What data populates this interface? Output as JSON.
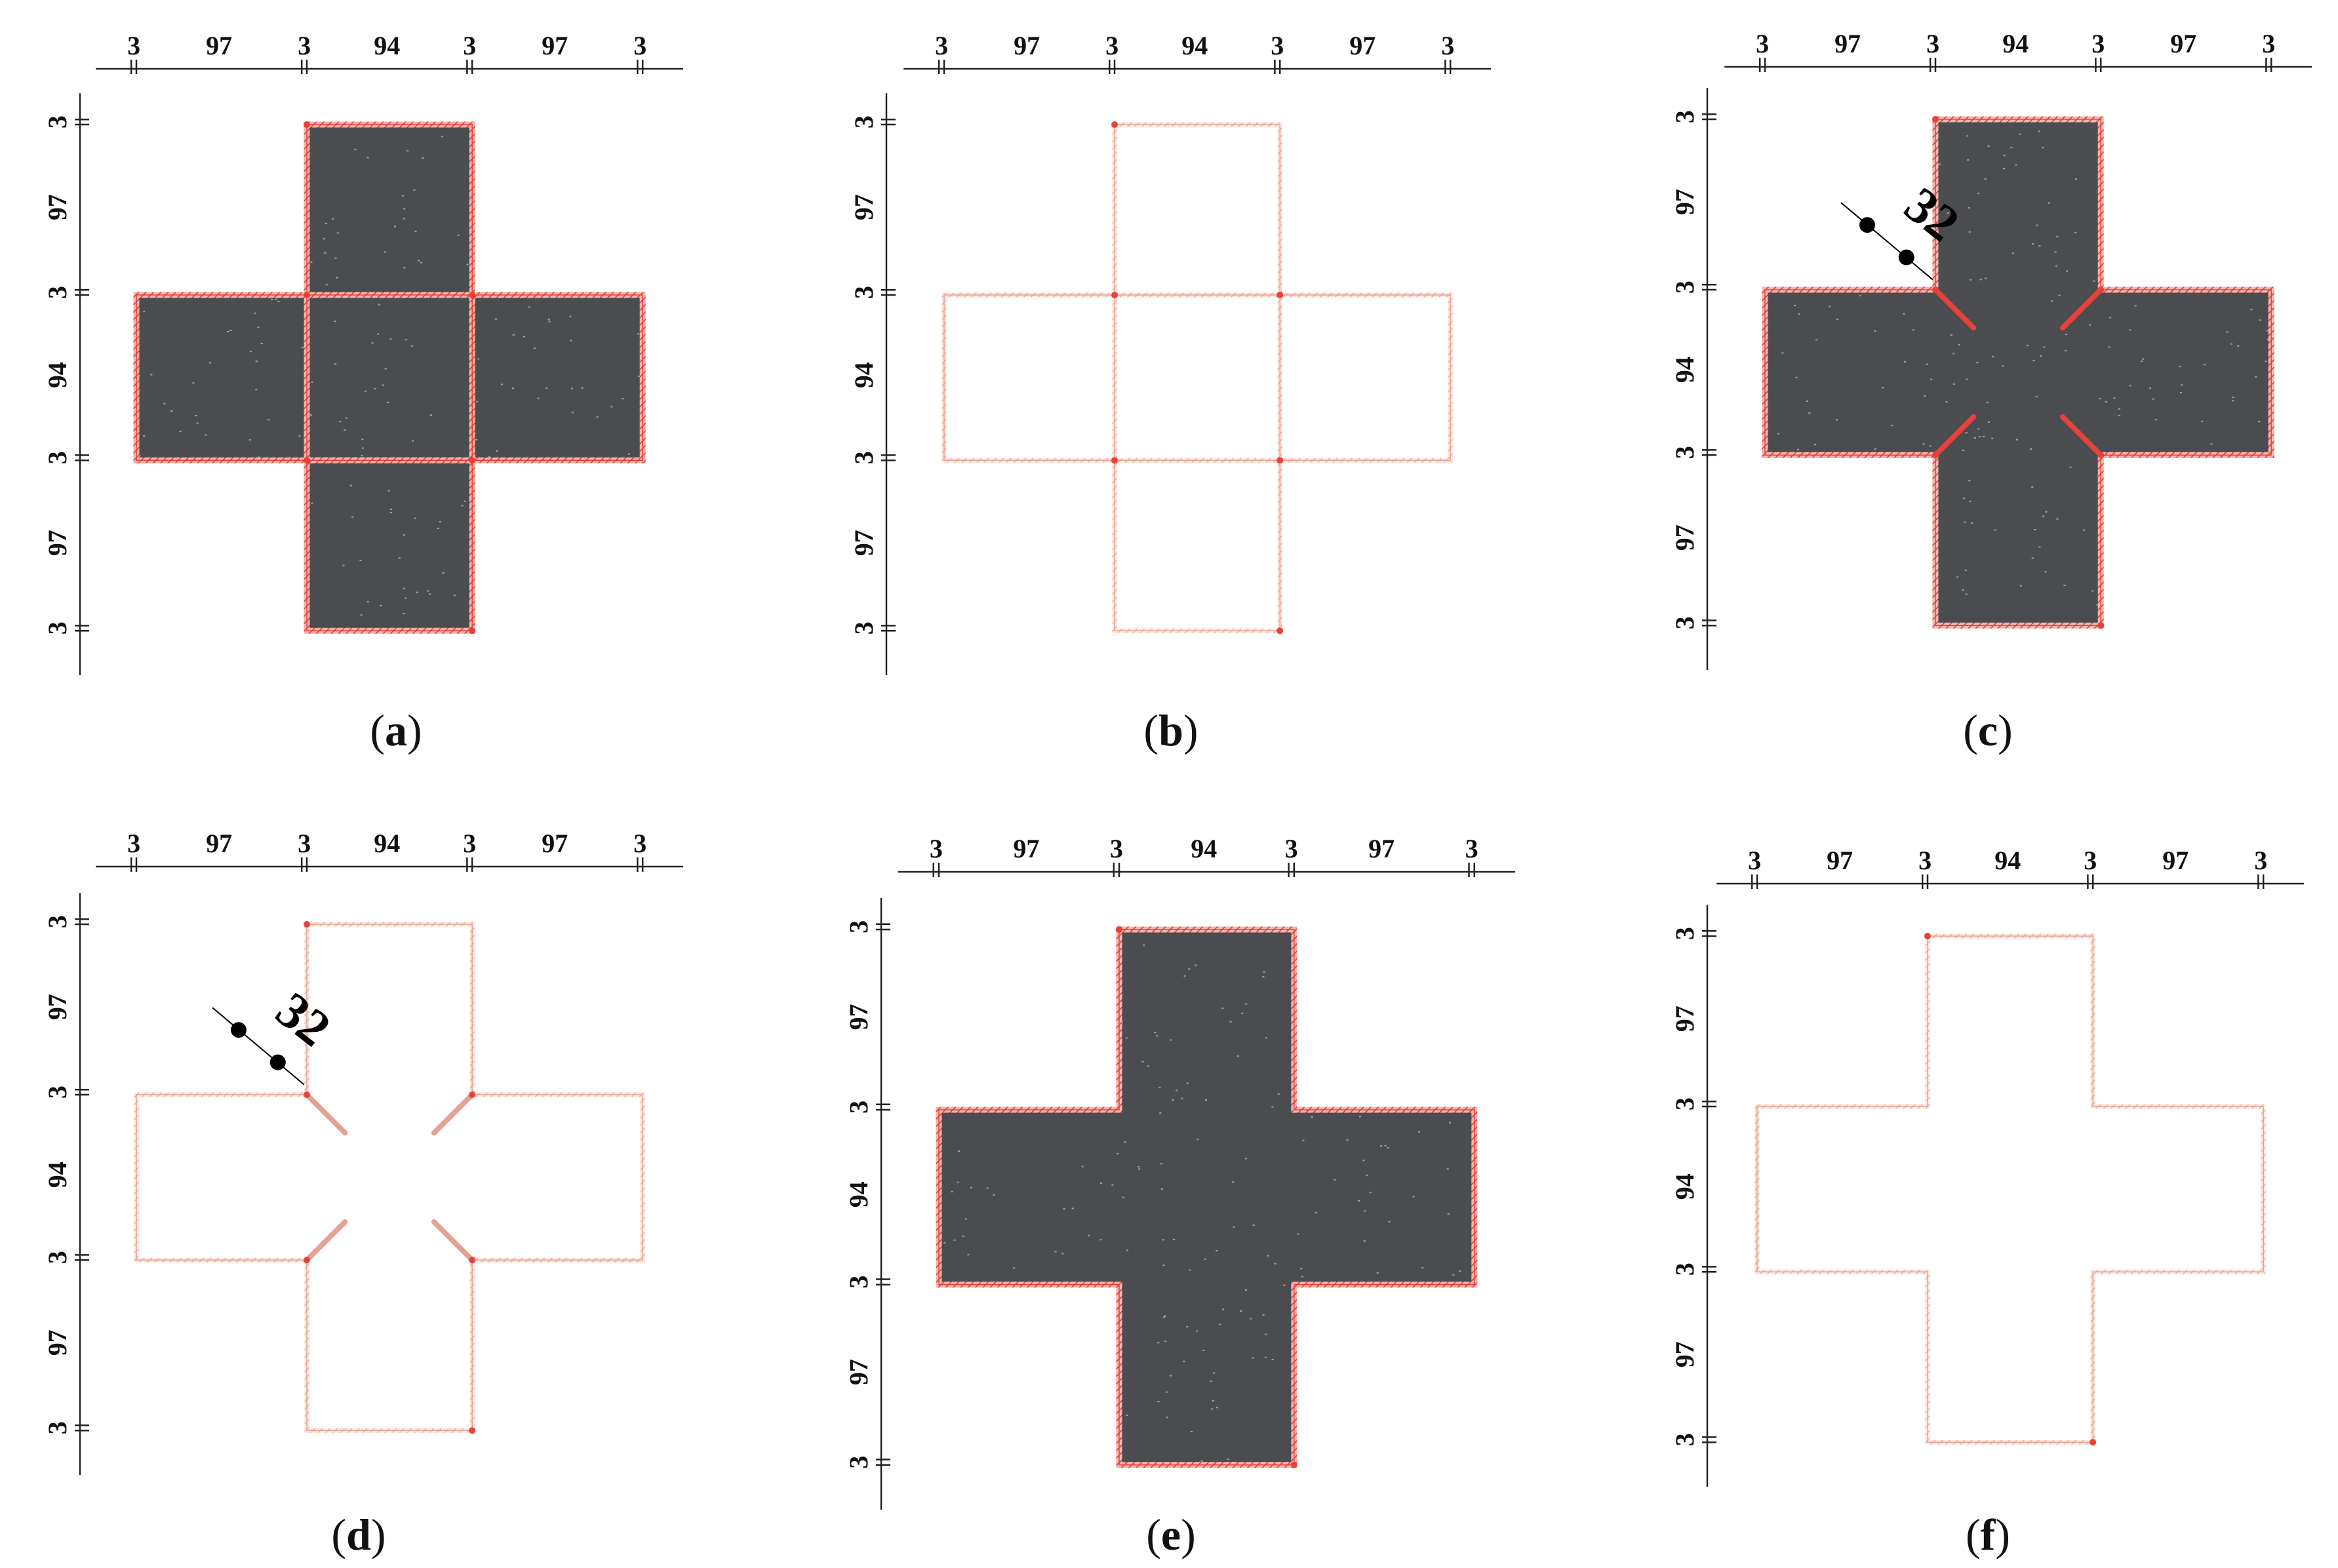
{
  "figure": {
    "panels": [
      {
        "id": "a",
        "caption": "a",
        "fill": "concrete",
        "shape": "five-squares",
        "horizontal_dims": [
          "3",
          "97",
          "3",
          "94",
          "3",
          "97",
          "3"
        ],
        "vertical_dims": [
          "3",
          "97",
          "3",
          "94",
          "3",
          "97",
          "3"
        ]
      },
      {
        "id": "b",
        "caption": "b",
        "fill": "none",
        "shape": "five-squares",
        "horizontal_dims": [
          "3",
          "97",
          "3",
          "94",
          "3",
          "97",
          "3"
        ],
        "vertical_dims": [
          "3",
          "97",
          "3",
          "94",
          "3",
          "97",
          "3"
        ]
      },
      {
        "id": "c",
        "caption": "c",
        "fill": "concrete",
        "shape": "cross-with-stiffeners",
        "annotation": "32",
        "horizontal_dims": [
          "3",
          "97",
          "3",
          "94",
          "3",
          "97",
          "3"
        ],
        "vertical_dims": [
          "3",
          "97",
          "3",
          "94",
          "3",
          "97",
          "3"
        ]
      },
      {
        "id": "d",
        "caption": "d",
        "fill": "none",
        "shape": "cross-with-stiffeners",
        "annotation": "32",
        "horizontal_dims": [
          "3",
          "97",
          "3",
          "94",
          "3",
          "97",
          "3"
        ],
        "vertical_dims": [
          "3",
          "97",
          "3",
          "94",
          "3",
          "97",
          "3"
        ]
      },
      {
        "id": "e",
        "caption": "e",
        "fill": "concrete",
        "shape": "plain-cross",
        "horizontal_dims": [
          "3",
          "97",
          "3",
          "94",
          "3",
          "97",
          "3"
        ],
        "vertical_dims": [
          "3",
          "97",
          "3",
          "94",
          "3",
          "97",
          "3"
        ]
      },
      {
        "id": "f",
        "caption": "f",
        "fill": "none",
        "shape": "plain-cross",
        "horizontal_dims": [
          "3",
          "97",
          "3",
          "94",
          "3",
          "97",
          "3"
        ],
        "vertical_dims": [
          "3",
          "97",
          "3",
          "94",
          "3",
          "97",
          "3"
        ]
      }
    ]
  },
  "colors": {
    "steel_filled": "#e8413a",
    "steel_empty": "#e9a08f",
    "concrete": "#4a4c50",
    "aggregate": "#b8b8b8",
    "bolt": "#000000"
  }
}
